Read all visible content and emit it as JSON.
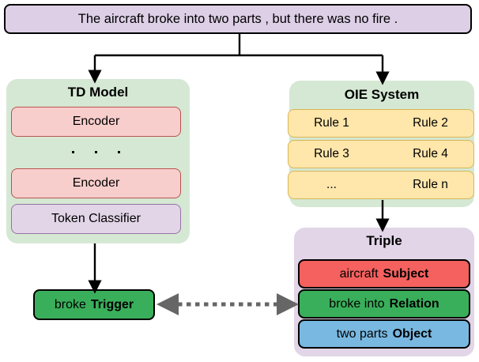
{
  "diagram": {
    "sentence": {
      "text": "The aircraft broke into two parts , but there was no fire ."
    },
    "td_model": {
      "title": "TD Model",
      "encoder_top": "Encoder",
      "encoder_bottom": "Encoder",
      "ellipsis": "· · ·",
      "token_classifier": "Token Classifier"
    },
    "oie_system": {
      "title": "OIE System",
      "rules": [
        {
          "left": "Rule 1",
          "right": "Rule 2"
        },
        {
          "left": "Rule 3",
          "right": "Rule 4"
        },
        {
          "left": "...",
          "right": "Rule n"
        }
      ]
    },
    "triple": {
      "title": "Triple",
      "rows": [
        {
          "value": "aircraft",
          "label": "Subject",
          "color": "#f4615e"
        },
        {
          "value": "broke into",
          "label": "Relation",
          "color": "#3aaf5b"
        },
        {
          "value": "two parts",
          "label": "Object",
          "color": "#79b8e0"
        }
      ]
    },
    "trigger": {
      "value": "broke",
      "label": "Trigger",
      "color": "#3aaf5b"
    },
    "colors": {
      "sentence_fill": "#ddcfe6",
      "group_green": "#d5e8d4",
      "group_purple": "#e1d5e7",
      "encoder_fill": "#f8cecc",
      "encoder_stroke": "#b85450",
      "classifier_fill": "#e1d5e7",
      "classifier_stroke": "#9673a6",
      "rule_fill": "#ffe6ab",
      "rule_stroke": "#d6b656",
      "arrow_solid": "#000000",
      "arrow_dotted": "#666666"
    }
  }
}
